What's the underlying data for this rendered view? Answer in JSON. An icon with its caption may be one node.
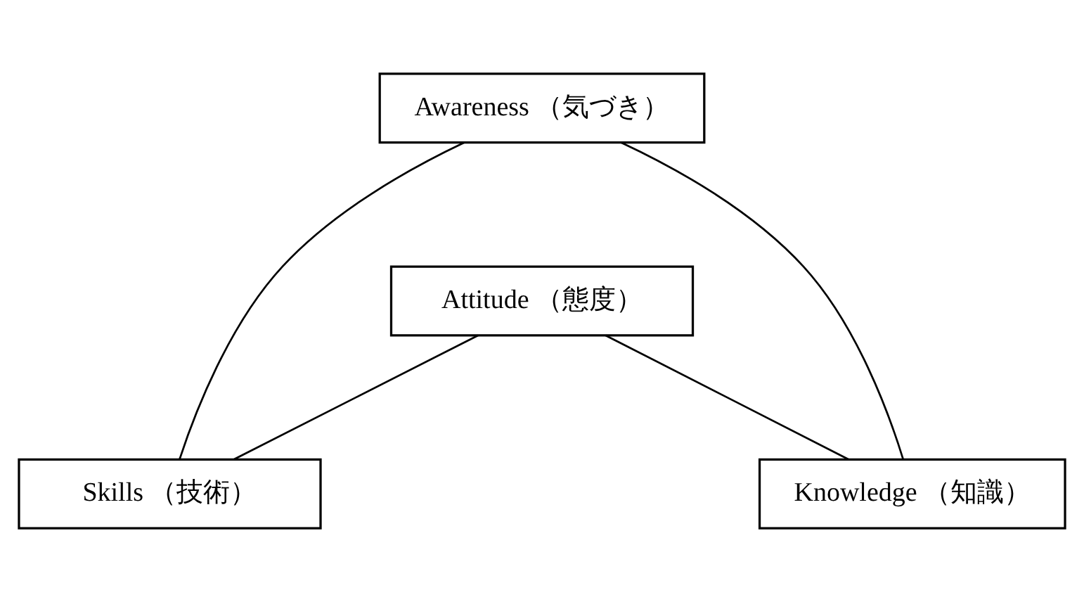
{
  "diagram": {
    "nodes": [
      {
        "text": [
          "Awareness （気づき）"
        ]
      },
      {
        "text": [
          "Attitude （態度）"
        ]
      },
      {
        "text": [
          "Skills （技術）"
        ]
      },
      {
        "text": [
          "Knowledge （知識）"
        ]
      }
    ],
    "edges": [
      {
        "from": 0,
        "to": 2,
        "arrow": "none"
      },
      {
        "from": 0,
        "to": 3,
        "arrow": "none"
      },
      {
        "from": 1,
        "to": 2,
        "arrow": "none"
      },
      {
        "from": 1,
        "to": 3,
        "arrow": "none"
      }
    ]
  }
}
